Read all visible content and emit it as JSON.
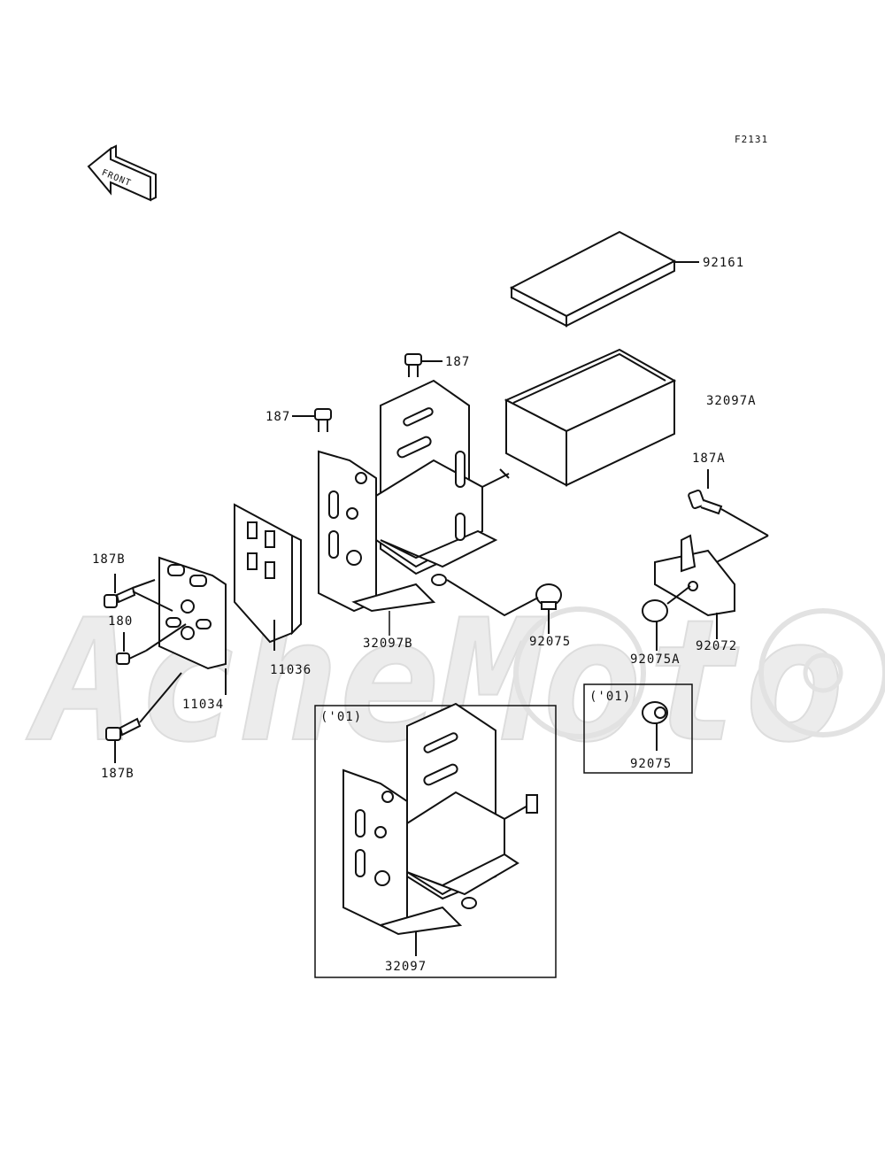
{
  "figure_code": "F2131",
  "front_arrow_label": "FRONT",
  "watermark": "AcheMoto",
  "parts": {
    "p92161": "92161",
    "p187_top": "187",
    "p187_left": "187",
    "p32097A": "32097A",
    "p187A": "187A",
    "p187B_top": "187B",
    "p180": "180",
    "p32097B": "32097B",
    "p92075": "92075",
    "p92072": "92072",
    "p92075A": "92075A",
    "p11036": "11036",
    "p11034": "11034",
    "p187B_bottom": "187B"
  },
  "inset_left": {
    "tag": "('01)",
    "part": "32097"
  },
  "inset_right": {
    "tag": "('01)",
    "part": "92075"
  },
  "colors": {
    "line": "#111111",
    "watermark": "#e6e6e6",
    "background": "#ffffff"
  }
}
